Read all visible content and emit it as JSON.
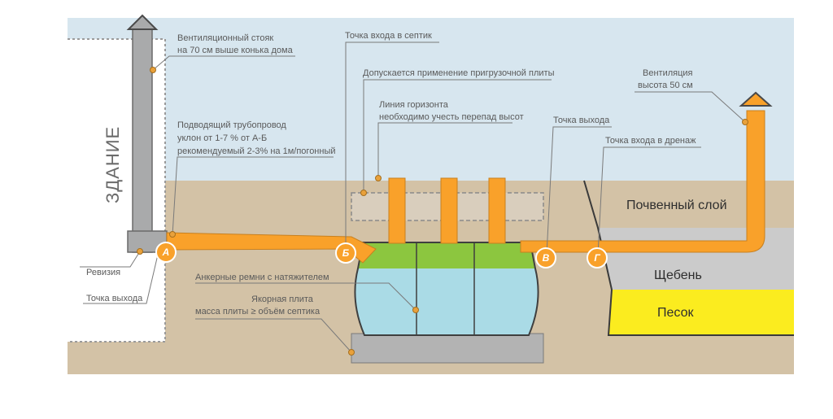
{
  "building_label": "ЗДАНИЕ",
  "colors": {
    "sky": "#d7e6ef",
    "soil": "#d3c2a6",
    "pipe": "#f9a12a",
    "pipe_edge": "#c8801f",
    "riser": "#a9aaab",
    "gravel": "#cbcbcb",
    "sand": "#fbec1f",
    "tank_water": "#aadbe6",
    "tank_top": "#8cc63f",
    "plate": "#b3b3b3",
    "ballast": "#d9cebd"
  },
  "points": {
    "a": "А",
    "b": "Б",
    "v": "В",
    "g": "Г"
  },
  "labels": {
    "vent_riser": [
      "Вентиляционный стояк",
      "на 70 см выше конька дома"
    ],
    "inlet_pipe": [
      "Подводящий трубопровод",
      "уклон от 1-7 % от А-Б",
      "рекомендуемый 2-3% на 1м/погонный"
    ],
    "septic_inlet": "Точка входа в септик",
    "ballast_plate": "Допускается применение пригрузочной плиты",
    "horizon": [
      "Линия горизонта",
      "необходимо учесть перепад высот"
    ],
    "exit_point": "Точка выхода",
    "drain_inlet": "Точка входа в дренаж",
    "ventilation": [
      "Вентиляция",
      "высота 50 см"
    ],
    "revision": "Ревизия",
    "building_exit": "Точка выхода",
    "anchor_straps": "Анкерные ремни с натяжителем",
    "anchor_plate": [
      "Якорная плита",
      "масса плиты ≥ объём септика"
    ],
    "soil_layer": "Почвенный слой",
    "gravel": "Щебень",
    "sand": "Песок"
  }
}
